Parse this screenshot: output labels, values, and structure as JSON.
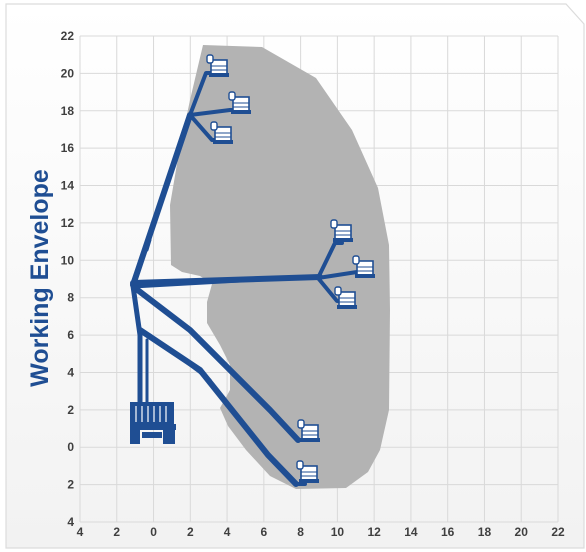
{
  "title": "Working Envelope",
  "colors": {
    "envelope": "#b3b3b3",
    "boom": "#1f4e93",
    "grid": "#d9d9d9",
    "card_border": "#dcdcdc",
    "title": "#1f4e93",
    "tick_text": "#3f3f3f"
  },
  "axes": {
    "x_ticks": [
      "4",
      "2",
      "0",
      "2",
      "4",
      "6",
      "8",
      "10",
      "12",
      "14",
      "16",
      "18",
      "20",
      "22"
    ],
    "y_ticks": [
      "22",
      "20",
      "18",
      "16",
      "14",
      "12",
      "10",
      "8",
      "6",
      "4",
      "2",
      "0",
      "2",
      "4"
    ]
  },
  "platform_icon": "platform-basket-icon",
  "base_icon": "lift-chassis-icon"
}
